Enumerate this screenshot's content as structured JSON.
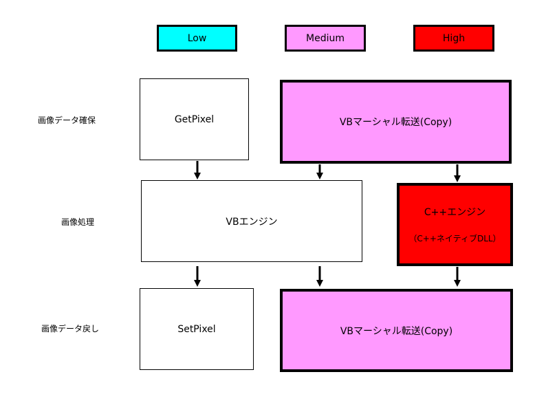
{
  "colors": {
    "low": "#00ffff",
    "medium": "#ff99ff",
    "high": "#ff0000"
  },
  "legend": {
    "low": "Low",
    "medium": "Medium",
    "high": "High"
  },
  "rows": {
    "acquire": "画像データ確保",
    "process": "画像処理",
    "return": "画像データ戻し"
  },
  "boxes": {
    "get_pixel": "GetPixel",
    "marshal_copy_top": "VBマーシャル転送(Copy)",
    "vb_engine": "VBエンジン",
    "cpp_engine": "C++エンジン",
    "cpp_engine_sub": "（C++ネイティブDLL）",
    "set_pixel": "SetPixel",
    "marshal_copy_bottom": "VBマーシャル転送(Copy)"
  }
}
